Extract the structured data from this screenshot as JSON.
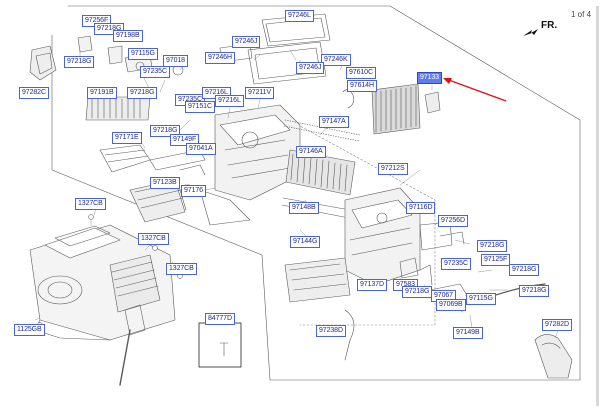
{
  "page": {
    "indicator": "1 of 4"
  },
  "orientation": {
    "label": "FR."
  },
  "colors": {
    "label_border": "#4a64d8",
    "label_text": "#1d2b8f",
    "highlight": "#5f7df0",
    "pointer_arrow": "#e01010"
  },
  "parts": [
    {
      "code": "97256F"
    },
    {
      "code": "97218G"
    },
    {
      "code": "97198B"
    },
    {
      "code": "97218G"
    },
    {
      "code": "97115G"
    },
    {
      "code": "97235C"
    },
    {
      "code": "97018"
    },
    {
      "code": "97218G"
    },
    {
      "code": "97282C"
    },
    {
      "code": "97191B"
    },
    {
      "code": "97235C"
    },
    {
      "code": "97216L"
    },
    {
      "code": "97151C"
    },
    {
      "code": "97216L"
    },
    {
      "code": "97211V"
    },
    {
      "code": "97218G"
    },
    {
      "code": "97171E"
    },
    {
      "code": "97149F"
    },
    {
      "code": "97041A"
    },
    {
      "code": "97123B"
    },
    {
      "code": "97176"
    },
    {
      "code": "97246L"
    },
    {
      "code": "97246J"
    },
    {
      "code": "97246H"
    },
    {
      "code": "97246K"
    },
    {
      "code": "97246J"
    },
    {
      "code": "97610C"
    },
    {
      "code": "97614H"
    },
    {
      "code": "97133"
    },
    {
      "code": "97147A"
    },
    {
      "code": "97146A"
    },
    {
      "code": "97148B"
    },
    {
      "code": "97144G"
    },
    {
      "code": "97212S"
    },
    {
      "code": "97116D"
    },
    {
      "code": "97256D"
    },
    {
      "code": "97218G"
    },
    {
      "code": "97235C"
    },
    {
      "code": "97125F"
    },
    {
      "code": "97218G"
    },
    {
      "code": "97137D"
    },
    {
      "code": "97583"
    },
    {
      "code": "97218G"
    },
    {
      "code": "97067"
    },
    {
      "code": "97115G"
    },
    {
      "code": "97218G"
    },
    {
      "code": "97069B"
    },
    {
      "code": "97149B"
    },
    {
      "code": "97238D"
    },
    {
      "code": "97282D"
    },
    {
      "code": "1327CB"
    },
    {
      "code": "1327CB"
    },
    {
      "code": "1327CB"
    },
    {
      "code": "1125GB"
    },
    {
      "code": "84777D"
    }
  ]
}
